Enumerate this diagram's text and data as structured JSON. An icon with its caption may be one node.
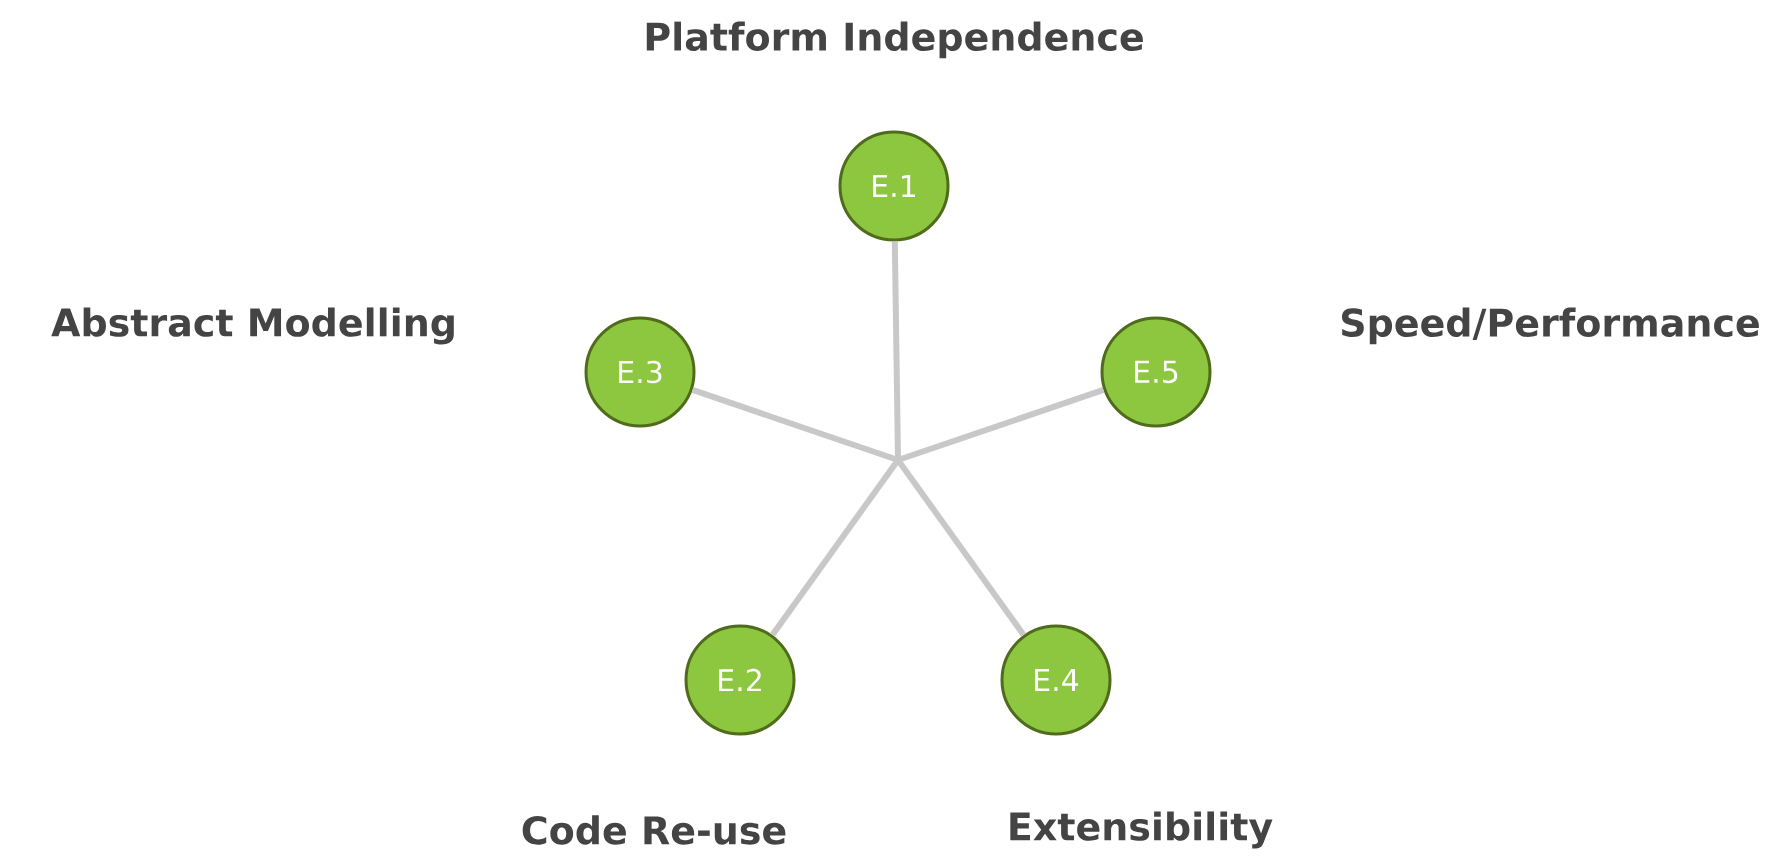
{
  "diagram": {
    "nodes": [
      {
        "text": [
          "E.1"
        ],
        "beside": [
          "Platform Independence"
        ]
      },
      {
        "text": [
          "E.3"
        ],
        "beside": [
          "Abstract Modelling"
        ]
      },
      {
        "text": [
          "E.5"
        ],
        "beside": [
          "Speed/Performance"
        ]
      },
      {
        "text": [
          "E.2"
        ],
        "beside": [
          "Code Re-use"
        ]
      },
      {
        "text": [
          "E.4"
        ],
        "beside": [
          "Extensibility"
        ]
      }
    ],
    "edges": [
      {
        "from": null,
        "to": 0,
        "arrow": "none"
      },
      {
        "from": null,
        "to": 1,
        "arrow": "none"
      },
      {
        "from": null,
        "to": 2,
        "arrow": "none"
      },
      {
        "from": null,
        "to": 3,
        "arrow": "none"
      },
      {
        "from": null,
        "to": 4,
        "arrow": "none"
      }
    ]
  }
}
